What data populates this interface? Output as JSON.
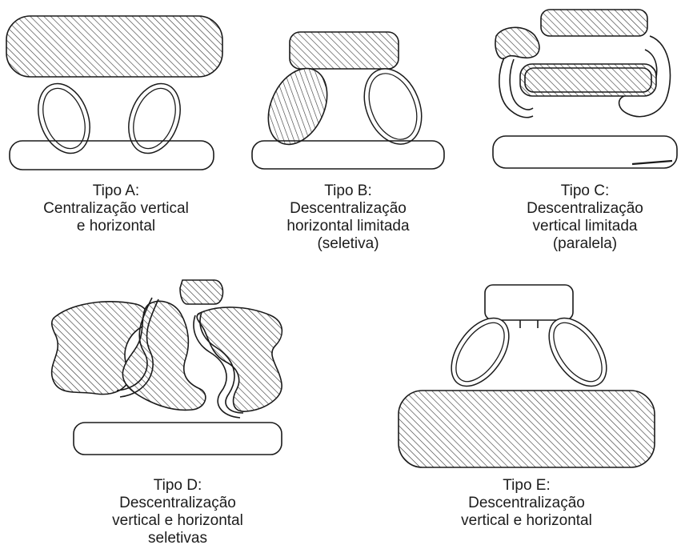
{
  "diagrams": [
    {
      "id": "A",
      "title": "Tipo A:",
      "lines": [
        "Centralização vertical",
        "e horizontal"
      ]
    },
    {
      "id": "B",
      "title": "Tipo B:",
      "lines": [
        "Descentralização",
        "horizontal limitada",
        "(seletiva)"
      ]
    },
    {
      "id": "C",
      "title": "Tipo C:",
      "lines": [
        "Descentralização",
        "vertical limitada",
        "(paralela)"
      ]
    },
    {
      "id": "D",
      "title": "Tipo D:",
      "lines": [
        "Descentralização",
        "vertical e horizontal",
        "seletivas"
      ]
    },
    {
      "id": "E",
      "title": "Tipo E:",
      "lines": [
        "Descentralização",
        "vertical e horizontal"
      ]
    }
  ],
  "colors": {
    "stroke": "#1a1a1a",
    "hatch": "#333333",
    "background": "#ffffff"
  }
}
